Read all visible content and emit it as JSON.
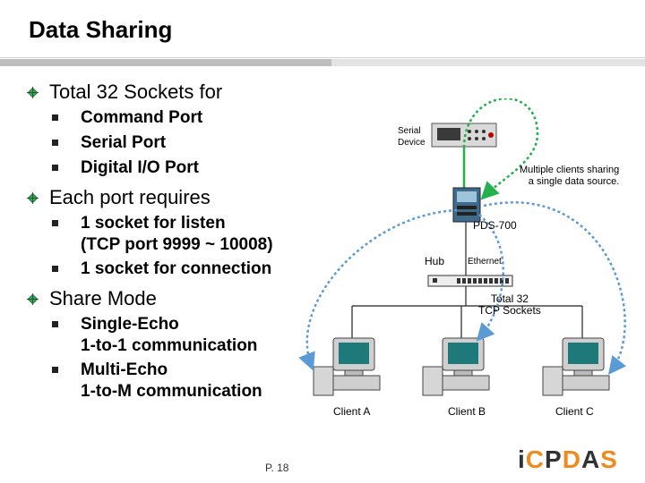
{
  "header": {
    "title": "Data Sharing"
  },
  "sections": [
    {
      "heading": "Total 32 Sockets for",
      "items": [
        "Command Port",
        "Serial Port",
        "Digital I/O Port"
      ]
    },
    {
      "heading": "Each port requires",
      "items": [
        "1 socket for listen",
        "(TCP port 9999 ~ 10008)",
        "1 socket for connection"
      ]
    },
    {
      "heading": "Share Mode",
      "items": [
        "Single-Echo",
        "1-to-1 communication",
        "Multi-Echo",
        "1-to-M communication"
      ]
    }
  ],
  "diagram": {
    "serial_device": "Serial\nDevice",
    "note": "Multiple clients sharing\na single data source.",
    "pds": "PDS-700",
    "hub": "Hub",
    "ethernet": "Ethernet",
    "total": "Total 32\nTCP Sockets",
    "clients": [
      "Client A",
      "Client B",
      "Client C"
    ]
  },
  "footer": {
    "page": "P. 18",
    "logo": "ICPDAS"
  },
  "colors": {
    "accent_green": "#22b14c",
    "link_blue": "#5b9bd5",
    "logo_orange": "#f08a1c"
  }
}
